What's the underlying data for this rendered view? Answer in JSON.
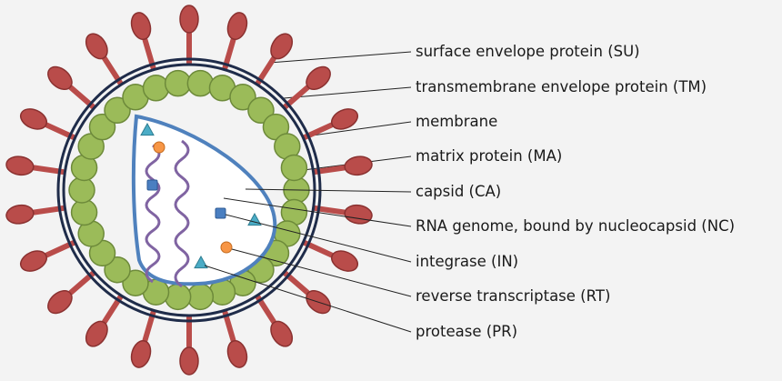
{
  "labels": {
    "su": "surface envelope protein (SU)",
    "tm": "transmembrane envelope protein (TM)",
    "membrane": "membrane",
    "ma": "matrix protein (MA)",
    "ca": "capsid (CA)",
    "nc": "RNA genome, bound by nucleocapsid (NC)",
    "in": "integrase (IN)",
    "rt": "reverse transcriptase (RT)",
    "pr": "protease (PR)"
  },
  "colors": {
    "spike": "#b94c4a",
    "spike_stroke": "#8a3130",
    "matrix": "#9bbb59",
    "matrix_stroke": "#6d8a3a",
    "membrane": "#1f2c4a",
    "capsid_stroke": "#4f81bd",
    "rna": "#8064a2",
    "integrase": "#4a7fc1",
    "reverse_transcriptase": "#f79646",
    "protease": "#4bacc6"
  }
}
